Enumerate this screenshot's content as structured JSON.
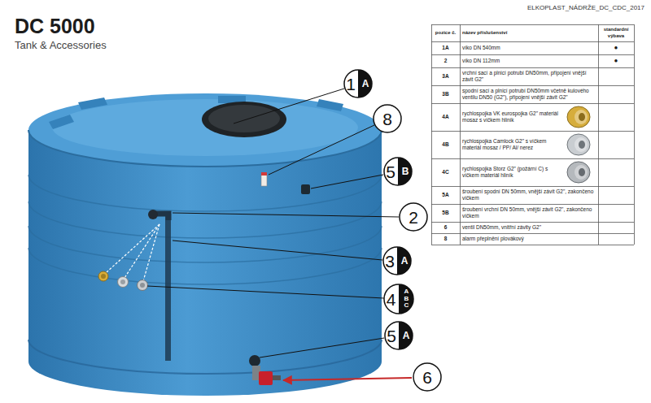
{
  "diagram": {
    "title": "DC 5000",
    "nodes": [
      {
        "text": [
          "1",
          "A"
        ]
      },
      {
        "text": [
          "8"
        ]
      },
      {
        "text": [
          "5",
          "B"
        ]
      },
      {
        "text": [
          "2"
        ]
      },
      {
        "text": [
          "3",
          "A"
        ]
      },
      {
        "text": [
          "4",
          "A",
          "B",
          "C"
        ]
      },
      {
        "text": [
          "5",
          "A"
        ]
      },
      {
        "text": [
          "6"
        ]
      }
    ],
    "labels": [
      "Tank & Accessories",
      "ELKOPLAST_NÁDRŽE_DC_CDC_2017",
      "pozice č.",
      "název příslušenství",
      "standardní výbava",
      "1A",
      "víko DN 540mm",
      "●",
      "2",
      "víko DN 112mm",
      "●",
      "3A",
      "vrchní sací a plnicí potrubí DN50mm, připojení vnější závit G2\"",
      "3B",
      "spodní sací a plnicí potrubí DN50mm včetně kulového ventilu DN50 (G2\"), připojení vnější závit G2\"",
      "4A",
      "rychlospojka VK eurospojka G2\" materiál mosaz s víčkem hliník",
      "4B",
      "rychlospojka Camlock G2\" s víčkem materiál mosaz / PP/ Al/ nerez",
      "4C",
      "rychlospojka Storz G2\" (požární C) s víčkem materiál hliník",
      "5A",
      "šroubení spodní DN 50mm, vnější závit G2\", zakončeno víčkem",
      "5B",
      "šroubení vrchní DN 50mm, vnější závit G2\", zakončeno víčkem",
      "6",
      "ventil DN50mm, vnitřní závity G2\"",
      "8",
      "alarm přeplnění plovákový"
    ]
  }
}
